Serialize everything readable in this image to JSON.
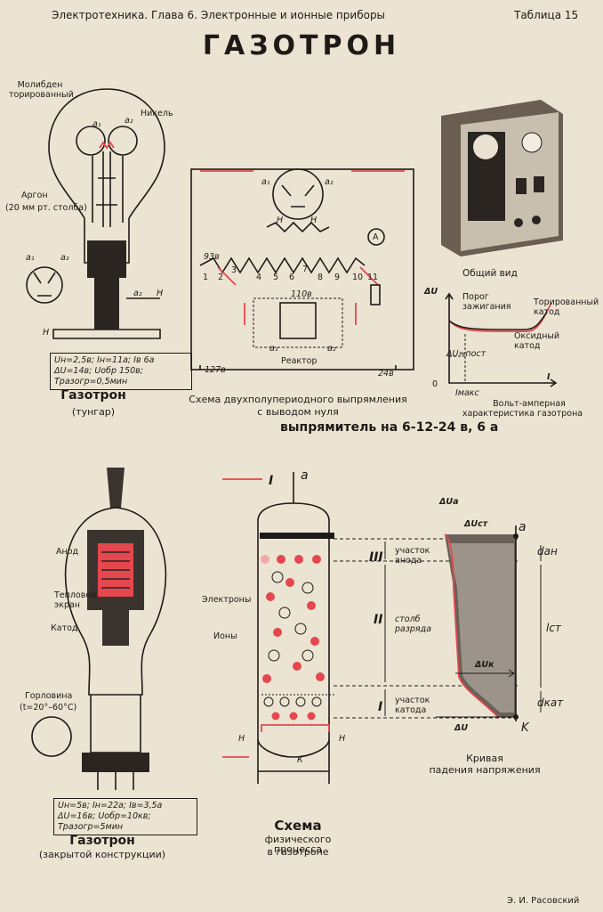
{
  "header": {
    "left": "Электротехника.  Глава 6.  Электронные и ионные приборы",
    "right": "Таблица 15"
  },
  "title": "ГАЗОТРОН",
  "author": "Э. И. Расовский",
  "tungar": {
    "labels": {
      "molybdenum": "Молибден торированный",
      "nickel": "Никель",
      "argon": "Аргон",
      "argon_pressure": "(20 мм рт. столба)",
      "a1": "a₁",
      "a2": "a₂",
      "h": "Н"
    },
    "params_line1": "Uн=2,5в; Iн=11а; Iв 6а",
    "params_line2": "ΔU=14в; Uобр 150в; Tразогр=0,5мин",
    "caption": "Газотрон",
    "subcaption": "(тунгар)"
  },
  "rectifier": {
    "schema_caption_line1": "Схема двухполупериодного выпрямления",
    "schema_caption_line2": "с выводом нуля",
    "device_caption": "выпрямитель на 6-12-24 в, 6 а",
    "general_view": "Общий вид",
    "reactor": "Реактор",
    "ammeter": "A",
    "taps": [
      "1",
      "2",
      "3",
      "4",
      "5",
      "6",
      "7",
      "8",
      "9",
      "10",
      "11"
    ],
    "winding_93v": "93в",
    "winding_110v": "110в",
    "input": "127в",
    "output": "24в",
    "a1": "a₁",
    "a2": "a₂",
    "h": "Н"
  },
  "va_chart": {
    "y_axis": "ΔU",
    "x_axis": "I",
    "origin": "0",
    "threshold": "Порог зажигания",
    "thoriated": "Торированный катод",
    "oxide": "Оксидный катод",
    "du_const": "ΔU≈пост",
    "imax": "Iмакс",
    "caption_line1": "Вольт-амперная",
    "caption_line2": "характеристика газотрона"
  },
  "closed": {
    "labels": {
      "anode": "Анод",
      "heat_shield": "Тепловой экран",
      "cathode": "Катод",
      "neck": "Горловина",
      "neck_temp": "(t=20°–60°C)"
    },
    "params_line1": "Uн=5в; Iн=22а; Iв=3,5а",
    "params_line2": "ΔU=16в; Uобр=10кв; Tразогр=5мин",
    "caption": "Газотрон",
    "subcaption": "(закрытой конструкции)"
  },
  "process": {
    "labels": {
      "current": "I",
      "anode_terminal": "a",
      "electrons": "Электроны",
      "ions": "Ионы",
      "h": "Н",
      "k": "К",
      "region3": "III",
      "region2": "II",
      "region1": "I",
      "anode_zone": "участок анода",
      "column": "столб разряда",
      "cathode_zone": "участок катода"
    },
    "caption_line1": "Схема",
    "caption_line2": "физического процесса",
    "caption_line3": "в газотроне"
  },
  "drop_curve": {
    "du_a": "ΔUa",
    "du_st": "ΔUст",
    "du_k": "ΔUк",
    "du": "ΔU",
    "a": "a",
    "k": "K",
    "d_an": "dан",
    "l_st": "lст",
    "d_kat": "dкат",
    "caption_line1": "Кривая",
    "caption_line2": "падения напряжения"
  }
}
